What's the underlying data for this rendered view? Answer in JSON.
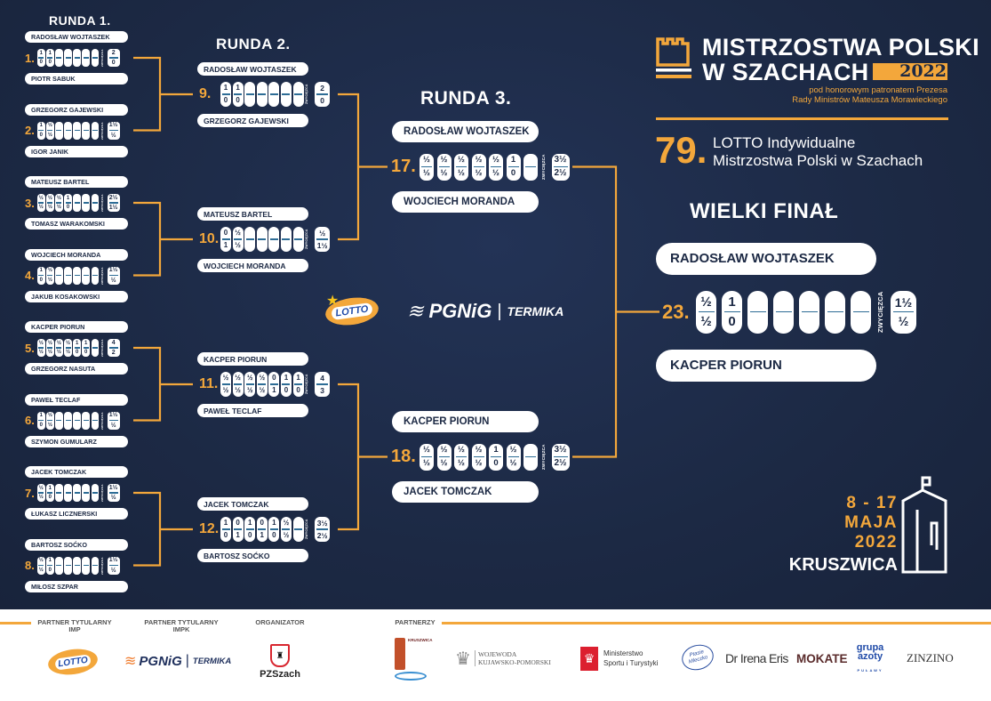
{
  "rounds": {
    "r1": "RUNDA 1.",
    "r2": "RUNDA 2.",
    "r3": "RUNDA 3.",
    "final": "WIELKI FINAŁ"
  },
  "winner_label": "ZWYCIĘZCA",
  "matches": [
    {
      "no": "1.",
      "round": "r1",
      "top": "Radosław Wojtaszek",
      "bottom": "Piotr Sabuk",
      "games": [
        [
          "1",
          "0"
        ],
        [
          "1",
          "0"
        ],
        null,
        null,
        null,
        null,
        null
      ],
      "result": [
        "2",
        "0"
      ]
    },
    {
      "no": "2.",
      "round": "r1",
      "top": "Grzegorz Gajewski",
      "bottom": "Igor Janik",
      "games": [
        [
          "1",
          "0"
        ],
        [
          "½",
          "½"
        ],
        null,
        null,
        null,
        null,
        null
      ],
      "result": [
        "1½",
        "½"
      ]
    },
    {
      "no": "3.",
      "round": "r1",
      "top": "Mateusz Bartel",
      "bottom": "Tomasz Warakomski",
      "games": [
        [
          "½",
          "½"
        ],
        [
          "½",
          "½"
        ],
        [
          "½",
          "½"
        ],
        [
          "1",
          "0"
        ],
        null,
        null,
        null
      ],
      "result": [
        "2½",
        "1½"
      ]
    },
    {
      "no": "4.",
      "round": "r1",
      "top": "Wojciech Moranda",
      "bottom": "Jakub Kosakowski",
      "games": [
        [
          "1",
          "0"
        ],
        [
          "½",
          "½"
        ],
        null,
        null,
        null,
        null,
        null
      ],
      "result": [
        "1½",
        "½"
      ]
    },
    {
      "no": "5.",
      "round": "r1",
      "top": "Kacper Piorun",
      "bottom": "Grzegorz Nasuta",
      "games": [
        [
          "½",
          "½"
        ],
        [
          "½",
          "½"
        ],
        [
          "½",
          "½"
        ],
        [
          "½",
          "½"
        ],
        [
          "1",
          "0"
        ],
        [
          "1",
          "0"
        ],
        null
      ],
      "result": [
        "4",
        "2"
      ]
    },
    {
      "no": "6.",
      "round": "r1",
      "top": "Paweł Teclaf",
      "bottom": "Szymon Gumularz",
      "games": [
        [
          "1",
          "0"
        ],
        [
          "½",
          "½"
        ],
        null,
        null,
        null,
        null,
        null
      ],
      "result": [
        "1½",
        "½"
      ]
    },
    {
      "no": "7.",
      "round": "r1",
      "top": "Jacek Tomczak",
      "bottom": "Łukasz Licznerski",
      "games": [
        [
          "½",
          "½"
        ],
        [
          "1",
          "0"
        ],
        null,
        null,
        null,
        null,
        null
      ],
      "result": [
        "1½",
        "½"
      ]
    },
    {
      "no": "8.",
      "round": "r1",
      "top": "Bartosz Soćko",
      "bottom": "Miłosz Szpar",
      "games": [
        [
          "½",
          "½"
        ],
        [
          "1",
          "0"
        ],
        null,
        null,
        null,
        null,
        null
      ],
      "result": [
        "1½",
        "½"
      ]
    },
    {
      "no": "9.",
      "round": "r2",
      "top": "Radosław Wojtaszek",
      "bottom": "Grzegorz Gajewski",
      "games": [
        [
          "1",
          "0"
        ],
        [
          "1",
          "0"
        ],
        null,
        null,
        null,
        null,
        null
      ],
      "result": [
        "2",
        "0"
      ]
    },
    {
      "no": "10.",
      "round": "r2",
      "top": "Mateusz Bartel",
      "bottom": "Wojciech Moranda",
      "games": [
        [
          "0",
          "1"
        ],
        [
          "½",
          "½"
        ],
        null,
        null,
        null,
        null,
        null
      ],
      "result": [
        "½",
        "1½"
      ]
    },
    {
      "no": "11.",
      "round": "r2",
      "top": "Kacper Piorun",
      "bottom": "Paweł Teclaf",
      "games": [
        [
          "½",
          "½"
        ],
        [
          "½",
          "½"
        ],
        [
          "½",
          "½"
        ],
        [
          "½",
          "½"
        ],
        [
          "0",
          "1"
        ],
        [
          "1",
          "0"
        ],
        [
          "1",
          "0"
        ]
      ],
      "result": [
        "4",
        "3"
      ]
    },
    {
      "no": "12.",
      "round": "r2",
      "top": "Jacek Tomczak",
      "bottom": "Bartosz Soćko",
      "games": [
        [
          "1",
          "0"
        ],
        [
          "0",
          "1"
        ],
        [
          "1",
          "0"
        ],
        [
          "0",
          "1"
        ],
        [
          "1",
          "0"
        ],
        [
          "½",
          "½"
        ],
        null
      ],
      "result": [
        "3½",
        "2½"
      ]
    },
    {
      "no": "17.",
      "round": "r3",
      "top": "Radosław Wojtaszek",
      "bottom": "Wojciech Moranda",
      "games": [
        [
          "½",
          "½"
        ],
        [
          "½",
          "½"
        ],
        [
          "½",
          "½"
        ],
        [
          "½",
          "½"
        ],
        [
          "½",
          "½"
        ],
        [
          "1",
          "0"
        ],
        null
      ],
      "result": [
        "3½",
        "2½"
      ]
    },
    {
      "no": "18.",
      "round": "r3",
      "top": "Kacper Piorun",
      "bottom": "Jacek Tomczak",
      "games": [
        [
          "½",
          "½"
        ],
        [
          "½",
          "½"
        ],
        [
          "½",
          "½"
        ],
        [
          "½",
          "½"
        ],
        [
          "1",
          "0"
        ],
        [
          "½",
          "½"
        ],
        null
      ],
      "result": [
        "3½",
        "2½"
      ]
    },
    {
      "no": "23.",
      "round": "rf",
      "top": "Radosław Wojtaszek",
      "bottom": "Kacper Piorun",
      "games": [
        [
          "½",
          "½"
        ],
        [
          "1",
          "0"
        ],
        null,
        null,
        null,
        null,
        null
      ],
      "result": [
        "1½",
        "½"
      ]
    }
  ],
  "header": {
    "title_line1": "MISTRZOSTWA POLSKI",
    "title_line2": "W SZACHACH",
    "year": "2022",
    "patronage_line1": "pod honorowym patronatem Prezesa",
    "patronage_line2": "Rady Ministrów Mateusza Morawieckiego",
    "edition": "79.",
    "edition_line1": "LOTTO Indywidualne",
    "edition_line2": "Mistrzostwa Polski w Szachach"
  },
  "event": {
    "dates": "8 - 17",
    "month": "MAJA",
    "year": "2022",
    "city": "KRUSZWICA"
  },
  "center_logos": {
    "lotto": "LOTTO",
    "pgnig": "PGNiG",
    "termika": "TERMIKA"
  },
  "footer": {
    "labels": {
      "imp": "PARTNER TYTULARNY IMP",
      "impk": "PARTNER TYTULARNY IMPK",
      "organizer": "ORGANIZATOR",
      "partners": "PARTNERZY"
    },
    "logos": {
      "lotto": "LOTTO",
      "pgnig": "PGNiG",
      "termika": "TERMIKA",
      "pzszach": "PZSzach",
      "kruszwica": "KRUSZWICA",
      "wojewoda_1": "WOJEWODA",
      "wojewoda_2": "KUJAWSKO-POMORSKI",
      "ministry_1": "Ministerstwo",
      "ministry_2": "Sportu i Turystyki",
      "ptasie": "Ptasie Mleczko",
      "eris": "Dr Irena Eris",
      "mokate": "MOKATE",
      "azoty_1": "grupa",
      "azoty_2": "azoty",
      "azoty_3": "PUŁAWY",
      "zinzino": "ZINZINO"
    }
  },
  "colors": {
    "background": "#1c2944",
    "accent": "#f3a73b",
    "line": "#2e6d96"
  }
}
